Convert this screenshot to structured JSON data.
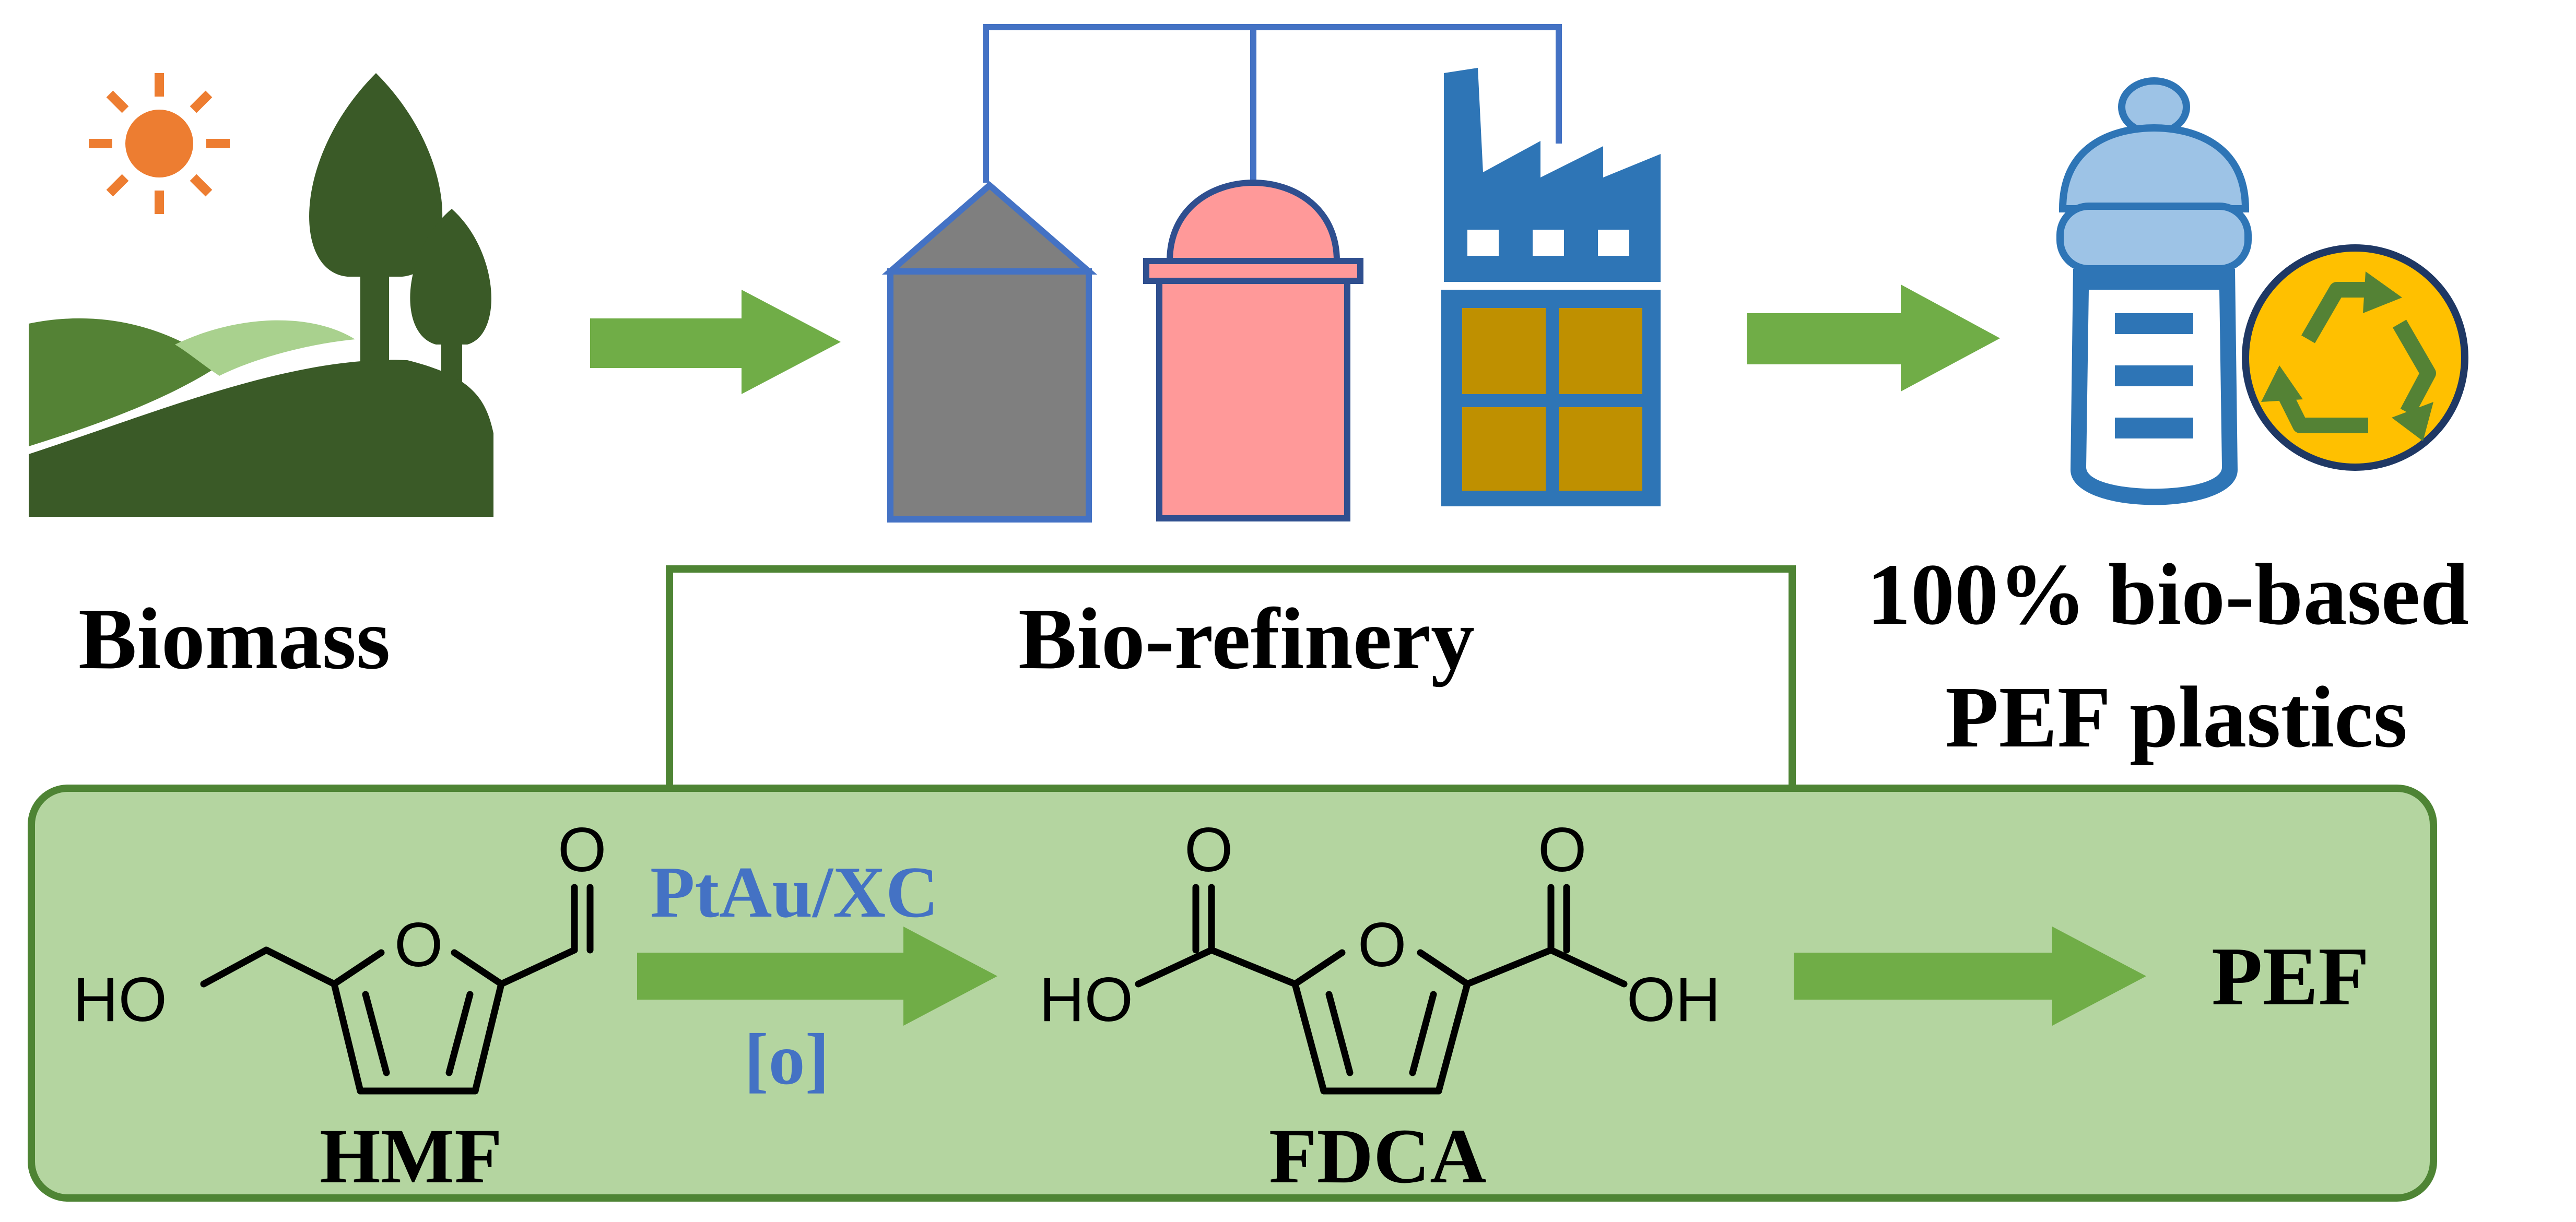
{
  "labels": {
    "biomass": "Biomass",
    "biorefinery": "Bio-refinery",
    "product_line1": "100% bio-based",
    "product_line2": "PEF plastics"
  },
  "reaction": {
    "catalyst": "PtAu/XC",
    "condition": "[o]",
    "reactant": "HMF",
    "intermediate": "FDCA",
    "product": "PEF"
  },
  "atoms": {
    "carbonyl_o": "O",
    "ring_o": "O",
    "hydroxyl": "HO",
    "acid_o_left": "O",
    "acid_o_right": "O",
    "acid_oh_left": "HO",
    "acid_oh_right": "OH",
    "fdca_ring_o": "O"
  },
  "colors": {
    "arrow_green": "#70ad47",
    "panel_fill": "#b4d5a0",
    "panel_border": "#4e8434",
    "tree_dark": "#3a5a27",
    "field_mid": "#548235",
    "field_light": "#a9d18e",
    "sun": "#ed7d31",
    "frame_blue": "#4472c4",
    "silo_gray": "#7f7f7f",
    "tank_pink": "#ff9999",
    "factory_blue": "#2e75b6",
    "factory_window": "#bf9000",
    "bottle_light": "#9dc3e6",
    "recycle_yellow": "#ffc000",
    "catalyst_text": "#4472c4"
  }
}
